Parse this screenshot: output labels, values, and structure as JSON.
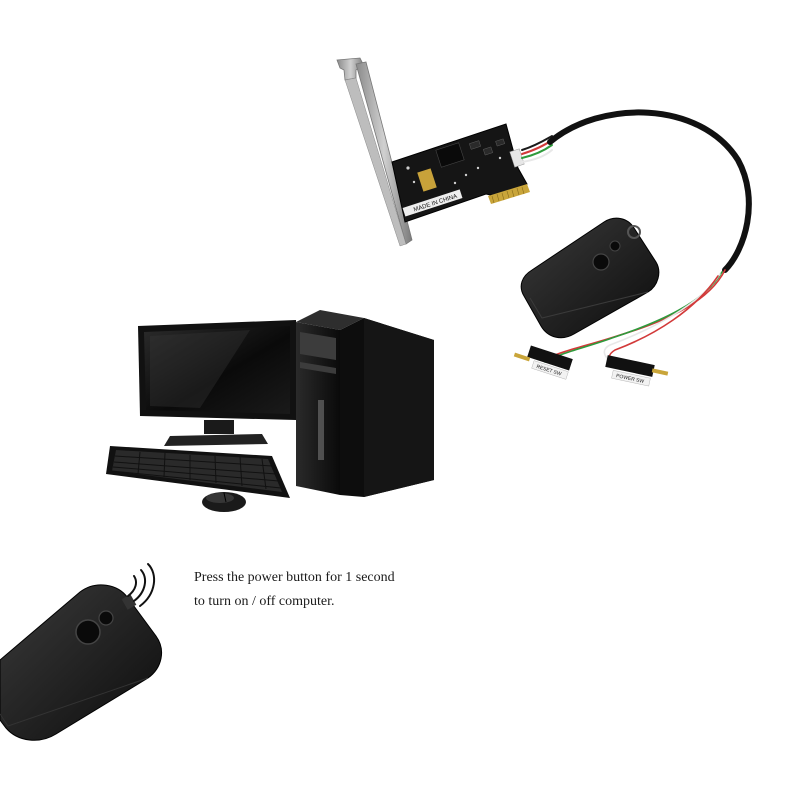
{
  "pcb": {
    "origin_label": "MADE IN CHINA"
  },
  "connectors": {
    "reset_label": "RESET SW",
    "power_label": "POWER SW"
  },
  "caption": {
    "line1": "Press the power button for 1 second",
    "line2": "to turn on / off  computer."
  },
  "colors": {
    "background": "#ffffff",
    "device_black": "#1c1c1c",
    "bracket_gray": "#a9a9a9",
    "wire_red": "#d23a3a",
    "wire_green": "#2e9a3c",
    "wire_white": "#e8e8e8",
    "pin_gold": "#c9a53a"
  }
}
